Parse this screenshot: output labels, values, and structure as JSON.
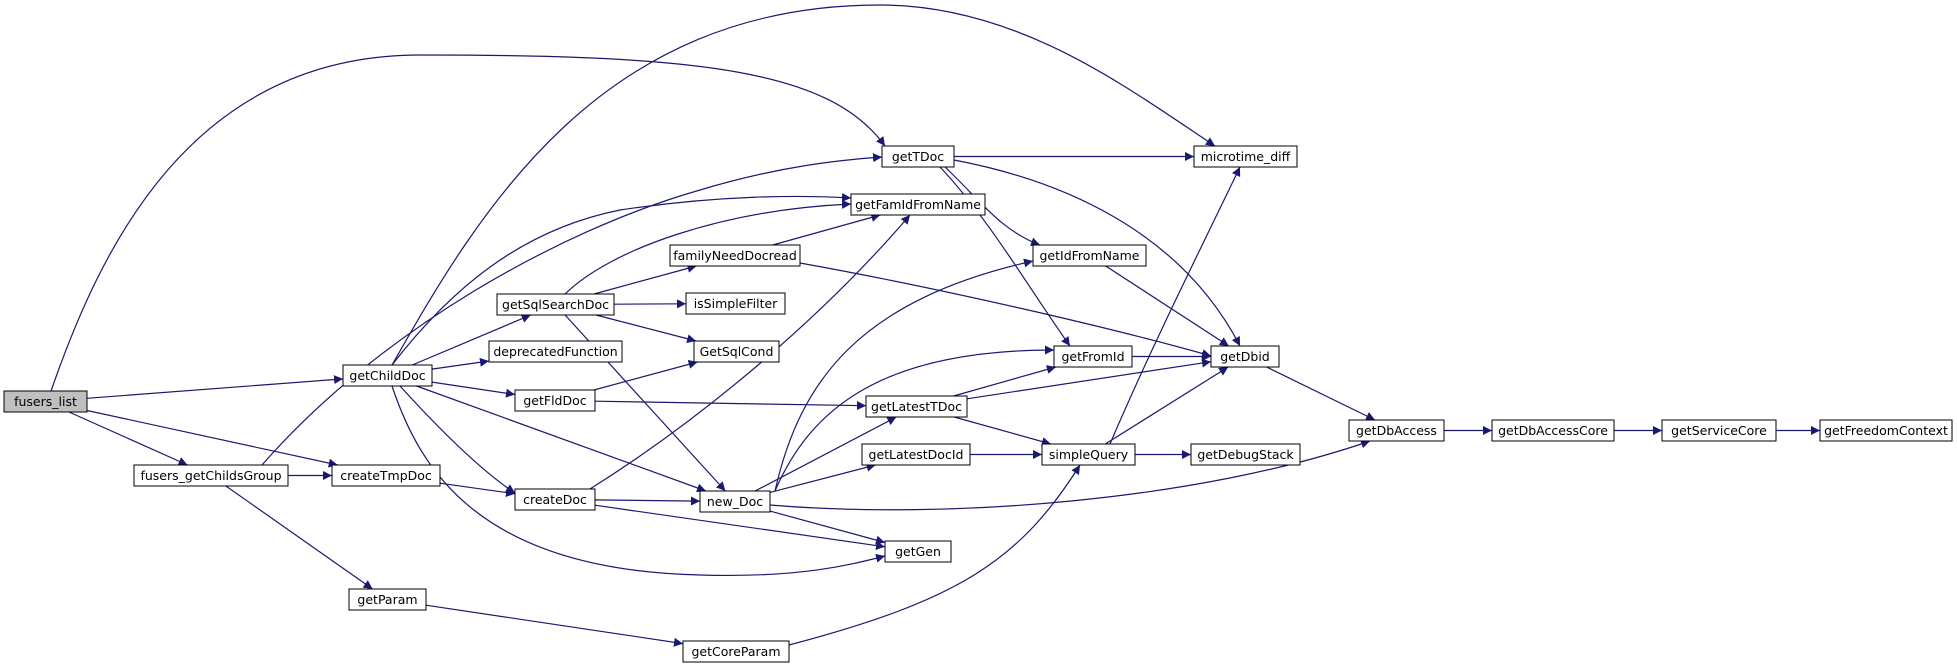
{
  "graph": {
    "root": "fusers_list",
    "nodes": [
      {
        "id": "fusers_list",
        "label": "fusers_list"
      },
      {
        "id": "getChildDoc",
        "label": "getChildDoc"
      },
      {
        "id": "fusers_getChildsGroup",
        "label": "fusers_getChildsGroup"
      },
      {
        "id": "createTmpDoc",
        "label": "createTmpDoc"
      },
      {
        "id": "getParam",
        "label": "getParam"
      },
      {
        "id": "getSqlSearchDoc",
        "label": "getSqlSearchDoc"
      },
      {
        "id": "deprecatedFunction",
        "label": "deprecatedFunction"
      },
      {
        "id": "getFldDoc",
        "label": "getFldDoc"
      },
      {
        "id": "createDoc",
        "label": "createDoc"
      },
      {
        "id": "familyNeedDocread",
        "label": "familyNeedDocread"
      },
      {
        "id": "isSimpleFilter",
        "label": "isSimpleFilter"
      },
      {
        "id": "GetSqlCond",
        "label": "GetSqlCond"
      },
      {
        "id": "getCoreParam",
        "label": "getCoreParam"
      },
      {
        "id": "new_Doc",
        "label": "new_Doc"
      },
      {
        "id": "getTDoc",
        "label": "getTDoc"
      },
      {
        "id": "getFamIdFromName",
        "label": "getFamIdFromName"
      },
      {
        "id": "getLatestTDoc",
        "label": "getLatestTDoc"
      },
      {
        "id": "getLatestDocId",
        "label": "getLatestDocId"
      },
      {
        "id": "getGen",
        "label": "getGen"
      },
      {
        "id": "getIdFromName",
        "label": "getIdFromName"
      },
      {
        "id": "getFromId",
        "label": "getFromId"
      },
      {
        "id": "simpleQuery",
        "label": "simpleQuery"
      },
      {
        "id": "microtime_diff",
        "label": "microtime_diff"
      },
      {
        "id": "getDbid",
        "label": "getDbid"
      },
      {
        "id": "getDebugStack",
        "label": "getDebugStack"
      },
      {
        "id": "getDbAccess",
        "label": "getDbAccess"
      },
      {
        "id": "getDbAccessCore",
        "label": "getDbAccessCore"
      },
      {
        "id": "getServiceCore",
        "label": "getServiceCore"
      },
      {
        "id": "getFreedomContext",
        "label": "getFreedomContext"
      }
    ],
    "edges": [
      [
        "fusers_list",
        "getTDoc"
      ],
      [
        "fusers_list",
        "getChildDoc"
      ],
      [
        "fusers_list",
        "fusers_getChildsGroup"
      ],
      [
        "fusers_list",
        "createTmpDoc"
      ],
      [
        "getChildDoc",
        "microtime_diff"
      ],
      [
        "getChildDoc",
        "getFamIdFromName"
      ],
      [
        "getChildDoc",
        "getSqlSearchDoc"
      ],
      [
        "getChildDoc",
        "deprecatedFunction"
      ],
      [
        "getChildDoc",
        "getFldDoc"
      ],
      [
        "getChildDoc",
        "createDoc"
      ],
      [
        "getChildDoc",
        "new_Doc"
      ],
      [
        "getChildDoc",
        "getGen"
      ],
      [
        "fusers_getChildsGroup",
        "getTDoc"
      ],
      [
        "fusers_getChildsGroup",
        "createTmpDoc"
      ],
      [
        "fusers_getChildsGroup",
        "getParam"
      ],
      [
        "createTmpDoc",
        "createDoc"
      ],
      [
        "getParam",
        "getCoreParam"
      ],
      [
        "getSqlSearchDoc",
        "getFamIdFromName"
      ],
      [
        "getSqlSearchDoc",
        "familyNeedDocread"
      ],
      [
        "getSqlSearchDoc",
        "isSimpleFilter"
      ],
      [
        "getSqlSearchDoc",
        "GetSqlCond"
      ],
      [
        "getSqlSearchDoc",
        "new_Doc"
      ],
      [
        "getFldDoc",
        "GetSqlCond"
      ],
      [
        "getFldDoc",
        "getLatestTDoc"
      ],
      [
        "familyNeedDocread",
        "getFamIdFromName"
      ],
      [
        "familyNeedDocread",
        "getDbid"
      ],
      [
        "createDoc",
        "getFamIdFromName"
      ],
      [
        "createDoc",
        "new_Doc"
      ],
      [
        "createDoc",
        "getGen"
      ],
      [
        "getCoreParam",
        "simpleQuery"
      ],
      [
        "new_Doc",
        "getIdFromName"
      ],
      [
        "new_Doc",
        "getFromId"
      ],
      [
        "new_Doc",
        "getLatestTDoc"
      ],
      [
        "new_Doc",
        "getLatestDocId"
      ],
      [
        "new_Doc",
        "getGen"
      ],
      [
        "new_Doc",
        "getDbAccess"
      ],
      [
        "getTDoc",
        "microtime_diff"
      ],
      [
        "getTDoc",
        "getIdFromName"
      ],
      [
        "getTDoc",
        "getFromId"
      ],
      [
        "getTDoc",
        "getDbid"
      ],
      [
        "getLatestTDoc",
        "getFromId"
      ],
      [
        "getLatestTDoc",
        "getDbid"
      ],
      [
        "getLatestTDoc",
        "simpleQuery"
      ],
      [
        "getLatestDocId",
        "simpleQuery"
      ],
      [
        "getIdFromName",
        "getDbid"
      ],
      [
        "getFromId",
        "getDbid"
      ],
      [
        "simpleQuery",
        "microtime_diff"
      ],
      [
        "simpleQuery",
        "getDbid"
      ],
      [
        "simpleQuery",
        "getDebugStack"
      ],
      [
        "getDbid",
        "getDbAccess"
      ],
      [
        "getDbAccess",
        "getDbAccessCore"
      ],
      [
        "getDbAccessCore",
        "getServiceCore"
      ],
      [
        "getServiceCore",
        "getFreedomContext"
      ]
    ]
  },
  "colors": {
    "edge": "#191970",
    "node_border": "#000000",
    "node_fill": "#ffffff",
    "root_fill": "#bfbfbf"
  }
}
